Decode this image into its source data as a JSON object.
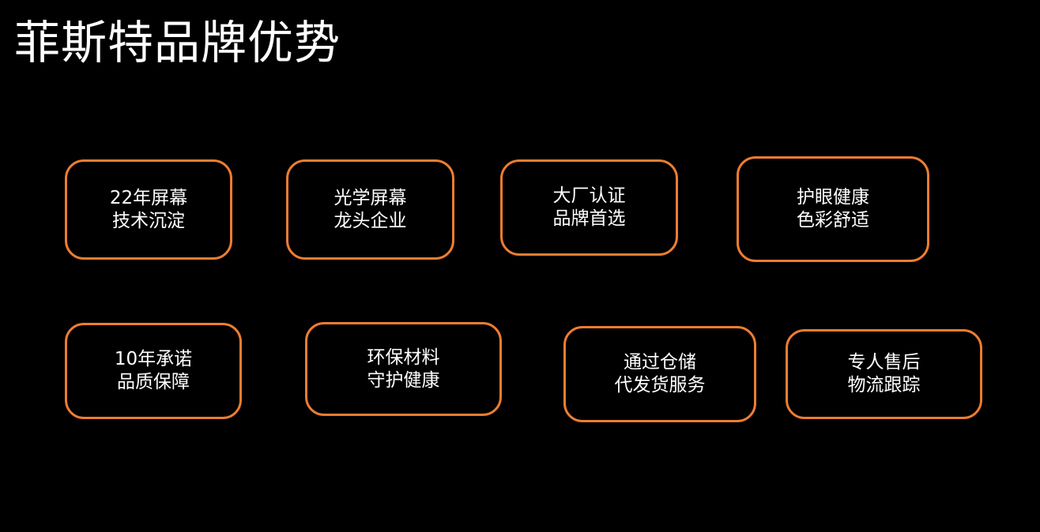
{
  "slide": {
    "title": "菲斯特品牌优势",
    "accent_color": "#ED7D31",
    "background_color": "#000000",
    "boxes": [
      {
        "line1": "22年屏幕",
        "line2": "技术沉淀"
      },
      {
        "line1": "光学屏幕",
        "line2": "龙头企业"
      },
      {
        "line1": "大厂认证",
        "line2": "品牌首选"
      },
      {
        "line1": "护眼健康",
        "line2": "色彩舒适"
      },
      {
        "line1": "10年承诺",
        "line2": "品质保障"
      },
      {
        "line1": "环保材料",
        "line2": "守护健康"
      },
      {
        "line1": "通过仓储",
        "line2": "代发货服务"
      },
      {
        "line1": "专人售后",
        "line2": "物流跟踪"
      }
    ]
  }
}
